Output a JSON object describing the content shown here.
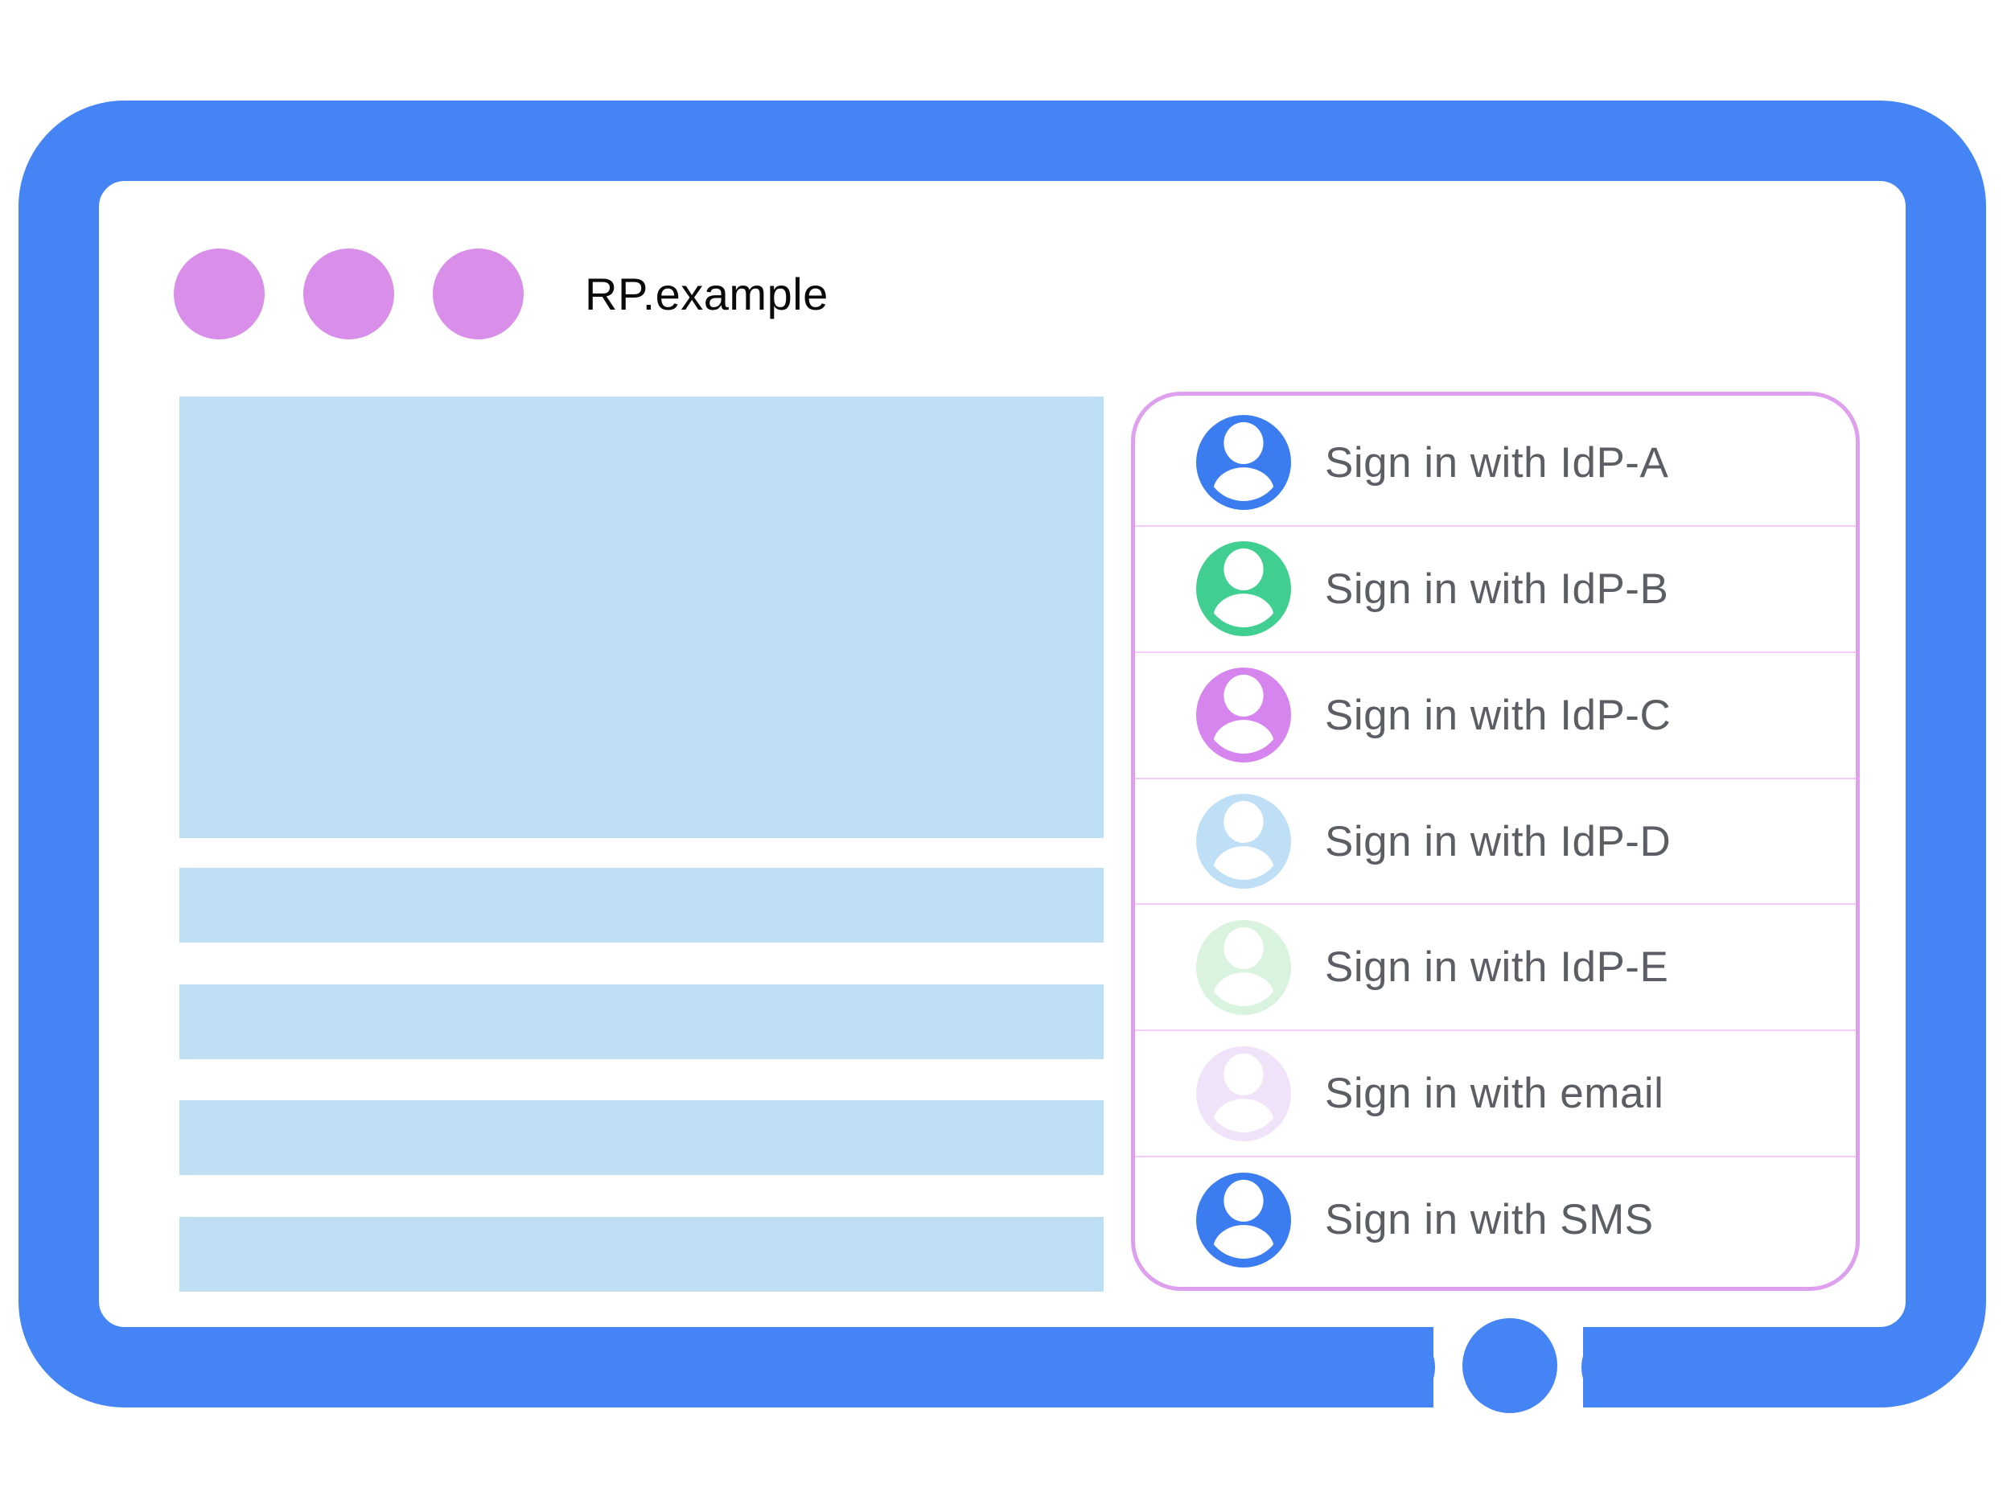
{
  "colors": {
    "frame": "#4484F4",
    "placeholder": "#BFE0F4",
    "traffic_dot": "#D98FE9",
    "panel_border": "#DE9FEF",
    "panel_divider": "#F2CBF6",
    "label_text": "#5B5E63",
    "title_text": "#0A0A0A"
  },
  "window": {
    "title": "RP.example"
  },
  "signin": {
    "providers": [
      {
        "label": "Sign in with IdP-A",
        "color": "#3B7CF0"
      },
      {
        "label": "Sign in with IdP-B",
        "color": "#40CF90"
      },
      {
        "label": "Sign in with IdP-C",
        "color": "#D685EF"
      },
      {
        "label": "Sign in with IdP-D",
        "color": "#BEDFF5"
      },
      {
        "label": "Sign in with IdP-E",
        "color": "#D9F3DF"
      },
      {
        "label": "Sign in with email",
        "color": "#F0E2F8"
      },
      {
        "label": "Sign in with SMS",
        "color": "#3B7CF0"
      }
    ]
  }
}
